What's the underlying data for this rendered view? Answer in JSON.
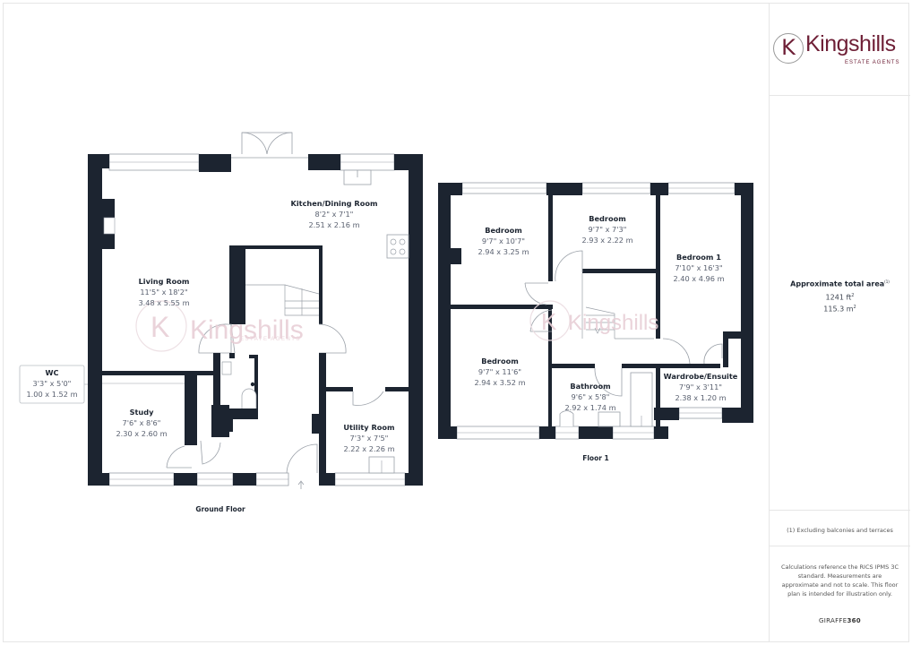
{
  "brand": {
    "logo_letter": "K",
    "logo_name": "Kingshills",
    "logo_tagline": "ESTATE AGENTS",
    "color": "#6e1f36"
  },
  "watermark": {
    "letter": "K",
    "name": "Kingshills",
    "tagline": "ESTATE AGENTS"
  },
  "area": {
    "title": "Approximate total area",
    "footnote_marker": "(1)",
    "sqft": "1241 ft",
    "sqm": "115.3 m",
    "sup": "2"
  },
  "note": "(1) Excluding balconies and terraces",
  "disclaimer": "Calculations reference the RICS IPMS 3C standard. Measurements are approximate and not to scale. This floor plan is intended for illustration only.",
  "credit": {
    "part1": "GIRAFFE",
    "part2": "360"
  },
  "colors": {
    "wall": "#1c2430",
    "line": "#9aa0a8"
  },
  "ground_floor": {
    "label": "Ground Floor",
    "rooms": [
      {
        "name": "Kitchen/Dining Room",
        "imperial": "8'2\" x 7'1\"",
        "metric": "2.51 x 2.16 m"
      },
      {
        "name": "Living Room",
        "imperial": "11'5\" x 18'2\"",
        "metric": "3.48 x 5.55 m"
      },
      {
        "name": "WC",
        "imperial": "3'3\" x 5'0\"",
        "metric": "1.00 x 1.52 m"
      },
      {
        "name": "Study",
        "imperial": "7'6\" x 8'6\"",
        "metric": "2.30 x 2.60 m"
      },
      {
        "name": "Utility Room",
        "imperial": "7'3\" x 7'5\"",
        "metric": "2.22 x 2.26 m"
      }
    ]
  },
  "first_floor": {
    "label": "Floor 1",
    "rooms": [
      {
        "name": "Bedroom",
        "imperial": "9'7\" x 10'7\"",
        "metric": "2.94 x 3.25 m"
      },
      {
        "name": "Bedroom",
        "imperial": "9'7\" x 7'3\"",
        "metric": "2.93 x 2.22 m"
      },
      {
        "name": "Bedroom 1",
        "imperial": "7'10\" x 16'3\"",
        "metric": "2.40 x 4.96 m"
      },
      {
        "name": "Bedroom",
        "imperial": "9'7\" x 11'6\"",
        "metric": "2.94 x 3.52 m"
      },
      {
        "name": "Bathroom",
        "imperial": "9'6\" x 5'8\"",
        "metric": "2.92 x 1.74 m"
      },
      {
        "name": "Wardrobe/Ensuite",
        "imperial": "7'9\" x 3'11\"",
        "metric": "2.38 x 1.20 m"
      }
    ]
  }
}
